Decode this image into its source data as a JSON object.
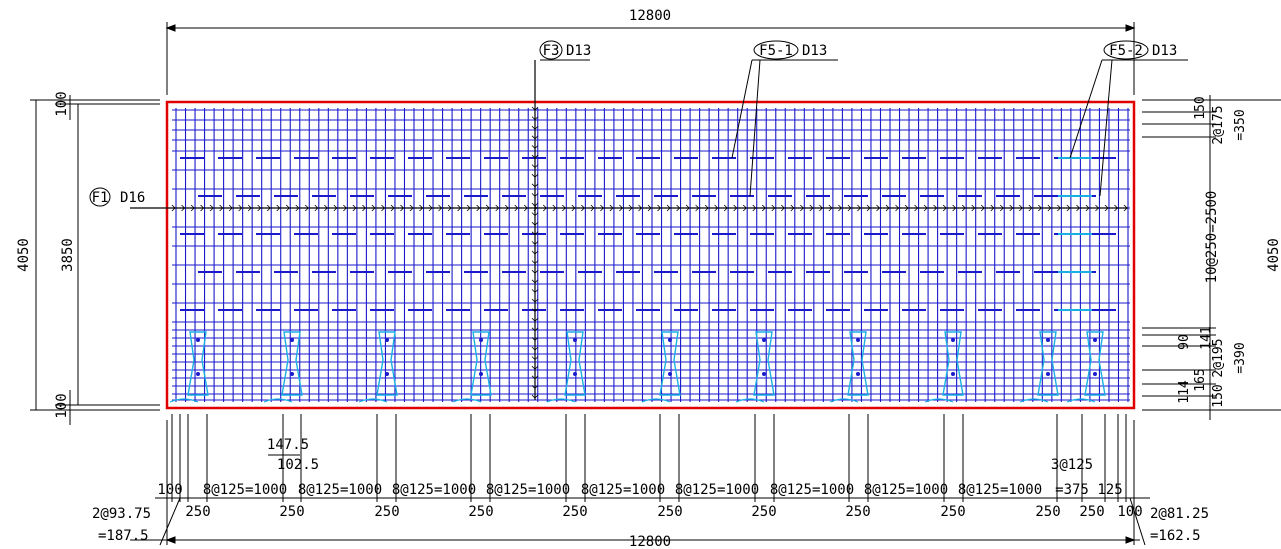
{
  "dimensions": {
    "top_total": "12800",
    "bottom_total": "12800",
    "left_outer": "4050",
    "left_inner": "3850",
    "left_top_cover": "100",
    "left_bottom_cover": "100",
    "right_outer": "4050",
    "right_mid": "10@250=2500",
    "right_top_a": "150",
    "right_top_b": "2@175",
    "right_top_c": "=350",
    "right_bot_a": "90",
    "right_bot_b": "141",
    "right_bot_c": "165",
    "right_bot_d": "2@195",
    "right_bot_e": "=390",
    "right_bot_f": "114",
    "right_bot_g": "150",
    "small_a": "147.5",
    "small_b": "102.5",
    "three_at": "3@125",
    "three_at_eq": "=375",
    "left_edge_a": "2@93.75",
    "left_edge_b": "=187.5",
    "right_edge_a": "2@81.25",
    "right_edge_b": "=162.5",
    "bottom_100_left": "100",
    "bottom_100_right": "100",
    "bottom_125": "125",
    "spacing_label": "8@125=1000",
    "bottom_250": "250"
  },
  "labels": {
    "f1": {
      "mark": "F1",
      "bar": "D16"
    },
    "f3": {
      "mark": "F3",
      "bar": "D13"
    },
    "f5_1": {
      "mark": "F5-1",
      "bar": "D13"
    },
    "f5_2": {
      "mark": "F5-2",
      "bar": "D13"
    }
  },
  "colors": {
    "outline": "#e00000",
    "rebar": "#1a1acc",
    "cyan": "#1ab0e6",
    "dim": "#000000"
  }
}
